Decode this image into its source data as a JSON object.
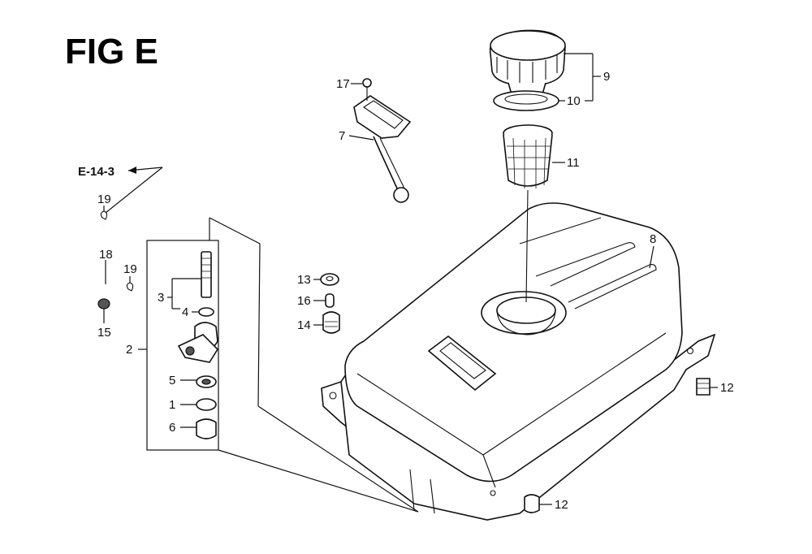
{
  "figure": {
    "title": "FIG E",
    "reference": "E-14-3"
  },
  "callouts": {
    "c1": "1",
    "c2": "2",
    "c3": "3",
    "c4": "4",
    "c5": "5",
    "c6": "6",
    "c7": "7",
    "c8": "8",
    "c9": "9",
    "c10": "10",
    "c11": "11",
    "c12a": "12",
    "c12b": "12",
    "c13": "13",
    "c14": "14",
    "c15": "15",
    "c16": "16",
    "c17": "17",
    "c18": "18",
    "c19a": "19",
    "c19b": "19"
  },
  "colors": {
    "ink": "#111111",
    "paper": "#ffffff"
  }
}
